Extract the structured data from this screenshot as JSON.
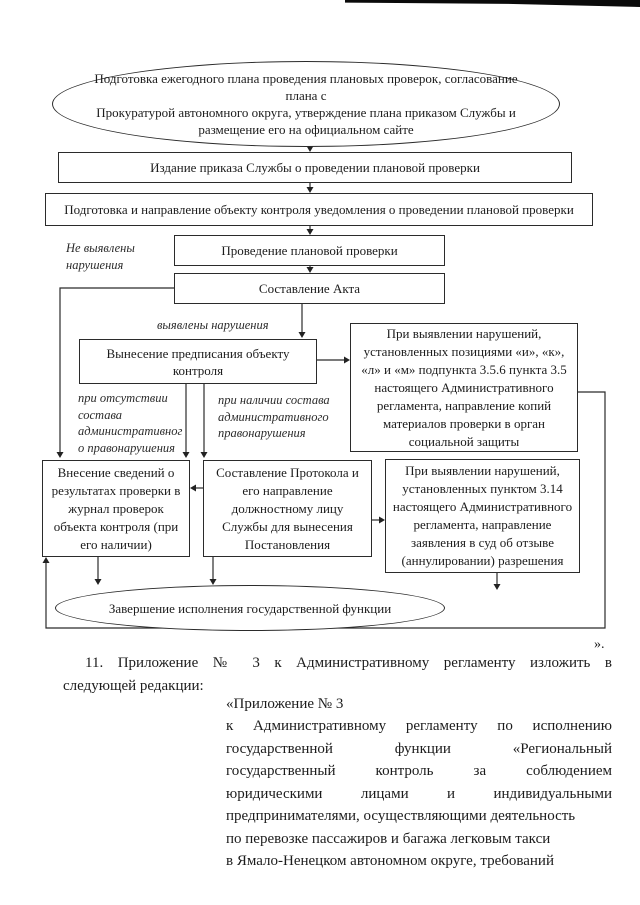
{
  "flowchart": {
    "start": "Подготовка ежегодного плана проведения плановых проверок, согласование плана с\nПрокуратурой автономного округа, утверждение плана приказом Службы  и\nразмещение его на официальном сайте",
    "step_order": "Издание приказа Службы о проведении плановой проверки",
    "step_notice": "Подготовка и направление объекту контроля уведомления  о проведении плановой проверки",
    "step_inspection": "Проведение плановой проверки",
    "step_act": "Составление Акта",
    "step_prescription": "Вынесение предписания объекту\nконтроля",
    "step_social": "При выявлении нарушений,\nустановленных позициями «и», «к»,\n«л» и «м» подпункта 3.5.6 пункта 3.5\nнастоящего Административного\nрегламента, направление копий\nматериалов проверки в орган\nсоциальной защиты",
    "step_journal": "Внесение сведений  о\nрезультатах проверки в\nжурнал проверок\nобъекта контроля (при\nего наличии)",
    "step_protocol": "Составление Протокола и\nего направление\nдолжностному лицу\nСлужбы для вынесения\nПостановления",
    "step_court": "При выявлении нарушений,\nустановленных пунктом 3.14\nнастоящего Административного\nрегламента, направление\nзаявления в суд об отзыве\n(аннулировании) разрешения",
    "end": "Завершение исполнения государственной функции",
    "labels": {
      "no_violations": "Не выявлены\nнарушения",
      "violations": "выявлены нарушения",
      "absence": "при отсутствии\nсостава\nадминистративног\nо правонарушения",
      "presence": "при наличии состава\nадминистративного\nправонарушения"
    }
  },
  "text": {
    "closing_quote": "».",
    "intro_line1": "11. Приложение № 3 к Административному регламенту изложить в",
    "intro_line2": "следующей редакции:",
    "block_lines": [
      "«Приложение № 3",
      "к Административному регламенту по исполнению",
      "государственной функции «Региональный",
      "государственный контроль за соблюдением",
      "юридическими лицами и индивидуальными",
      "предпринимателями, осуществляющими деятельность",
      "по перевозке пассажиров и багажа легковым такси",
      "в Ямало-Ненецком автономном округе, требований"
    ]
  }
}
